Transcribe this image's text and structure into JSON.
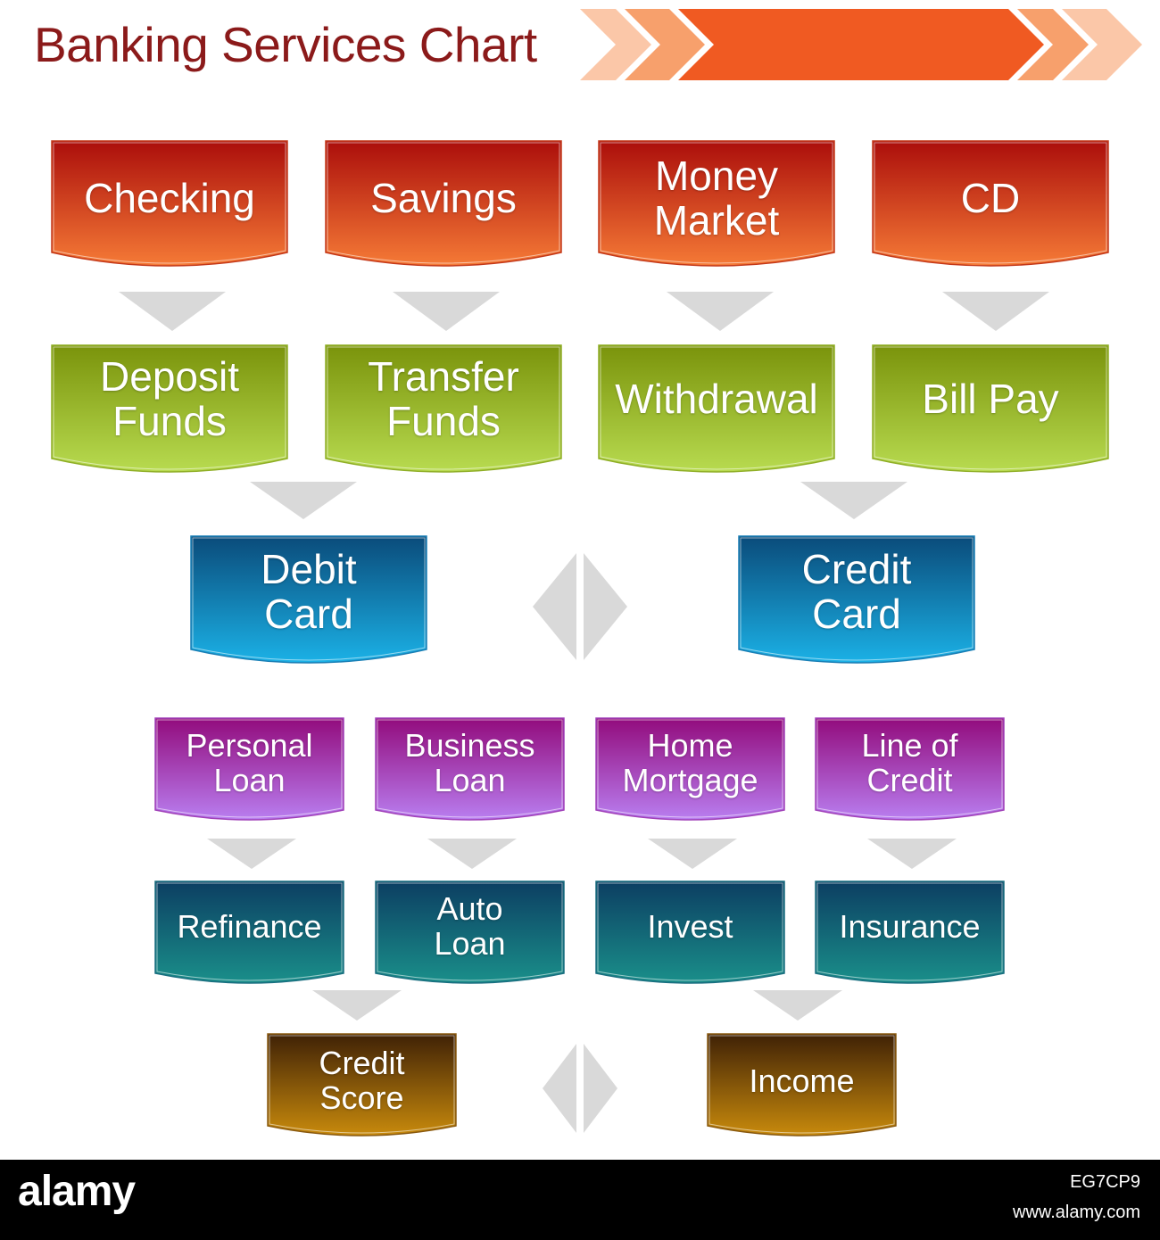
{
  "title": "Banking Services Chart",
  "colors": {
    "title": "#8b1a1a",
    "banner_main": "#f05a22",
    "banner_light": "#f9a47a",
    "arrow": "#d9d9d9"
  },
  "rows": [
    {
      "name": "accounts",
      "gradient": [
        "#ab0e0b",
        "#f57a36"
      ],
      "border": "#c4391a",
      "boxes": [
        {
          "id": "checking",
          "label": "Checking"
        },
        {
          "id": "savings",
          "label": "Savings"
        },
        {
          "id": "money-market",
          "label": "Money\nMarket"
        },
        {
          "id": "cd",
          "label": "CD"
        }
      ]
    },
    {
      "name": "transactions",
      "gradient": [
        "#7a930b",
        "#b8db50"
      ],
      "border": "#8fae26",
      "boxes": [
        {
          "id": "deposit-funds",
          "label": "Deposit\nFunds"
        },
        {
          "id": "transfer-funds",
          "label": "Transfer\nFunds"
        },
        {
          "id": "withdrawal",
          "label": "Withdrawal"
        },
        {
          "id": "bill-pay",
          "label": "Bill Pay"
        }
      ]
    },
    {
      "name": "cards",
      "gradient": [
        "#0a4b7a",
        "#1bb1e6"
      ],
      "border": "#1a7fb5",
      "boxes": [
        {
          "id": "debit-card",
          "label": "Debit\nCard"
        },
        {
          "id": "credit-card",
          "label": "Credit\nCard"
        }
      ]
    },
    {
      "name": "loans",
      "gradient": [
        "#920b7c",
        "#b97ef0"
      ],
      "border": "#a040b8",
      "boxes": [
        {
          "id": "personal-loan",
          "label": "Personal\nLoan"
        },
        {
          "id": "business-loan",
          "label": "Business\nLoan"
        },
        {
          "id": "home-mortgage",
          "label": "Home\nMortgage"
        },
        {
          "id": "line-of-credit",
          "label": "Line of\nCredit"
        }
      ]
    },
    {
      "name": "financial",
      "gradient": [
        "#0c3e62",
        "#1a8f8a"
      ],
      "border": "#1a6f80",
      "boxes": [
        {
          "id": "refinance",
          "label": "Refinance"
        },
        {
          "id": "auto-loan",
          "label": "Auto\nLoan"
        },
        {
          "id": "invest",
          "label": "Invest"
        },
        {
          "id": "insurance",
          "label": "Insurance"
        }
      ]
    },
    {
      "name": "outcomes",
      "gradient": [
        "#3f2106",
        "#c88a0c"
      ],
      "border": "#8a5a10",
      "boxes": [
        {
          "id": "credit-score",
          "label": "Credit\nScore"
        },
        {
          "id": "income",
          "label": "Income"
        }
      ]
    }
  ],
  "footer": {
    "logo": "alamy",
    "code": "EG7CP9",
    "site": "www.alamy.com"
  }
}
